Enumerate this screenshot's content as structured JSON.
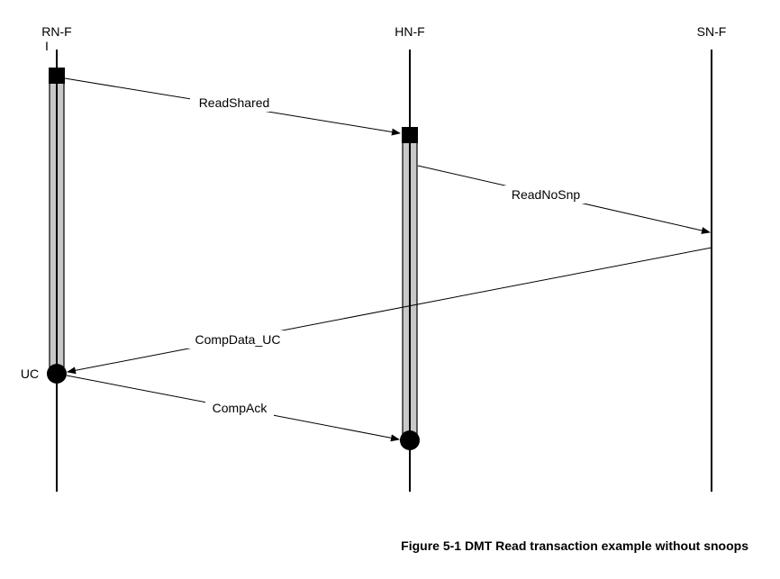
{
  "lifelines": [
    {
      "name": "RN-F",
      "initial_state": "I",
      "final_state": "UC"
    },
    {
      "name": "HN-F"
    },
    {
      "name": "SN-F"
    }
  ],
  "messages": [
    {
      "label": "ReadShared",
      "from": "RN-F",
      "to": "HN-F"
    },
    {
      "label": "ReadNoSnp",
      "from": "HN-F",
      "to": "SN-F"
    },
    {
      "label": "CompData_UC",
      "from": "SN-F",
      "to": "RN-F"
    },
    {
      "label": "CompAck",
      "from": "RN-F",
      "to": "HN-F"
    }
  ],
  "caption": "Figure 5-1 DMT Read transaction example without snoops"
}
